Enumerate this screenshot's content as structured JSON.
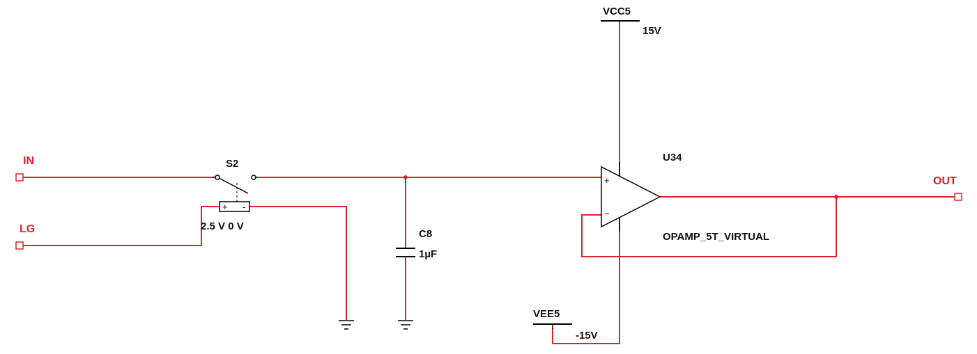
{
  "ports": {
    "in": "IN",
    "lg": "LG",
    "out": "OUT"
  },
  "switch": {
    "ref": "S2",
    "values": "2.5 V 0 V",
    "plus": "+",
    "minus": "-"
  },
  "capacitor": {
    "ref": "C8",
    "value": "1µF"
  },
  "opamp": {
    "ref": "U34",
    "model": "OPAMP_5T_VIRTUAL",
    "plus": "+",
    "minus": "−"
  },
  "supplies": {
    "vcc_ref": "VCC5",
    "vcc_value": "15V",
    "vee_ref": "VEE5",
    "vee_value": "-15V"
  },
  "colors": {
    "wire": "#d9262b",
    "label": "#e0202a",
    "component": "#000000"
  }
}
